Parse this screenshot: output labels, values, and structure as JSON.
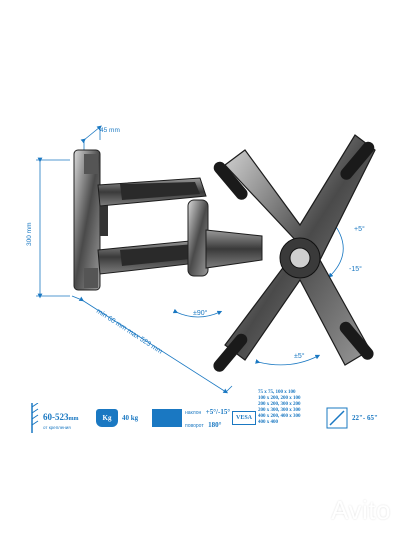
{
  "dimensions": {
    "depth_top": "45 mm",
    "height_left": "300 mm",
    "reach": "min 60 mm max 523 mm",
    "swivel": "±90°",
    "tilt_up": "+5°",
    "tilt_down": "-15°",
    "rotation": "±5°"
  },
  "specs": {
    "range_value": "60-523",
    "range_unit": "mm",
    "range_caption": "от крепления",
    "weight_badge": "Kg",
    "weight_value": "40 kg",
    "tilt_label": "наклон",
    "tilt_value": "+5°/-15°",
    "swivel_label": "поворот",
    "swivel_value": "180°",
    "vesa_badge": "VESA",
    "vesa_sizes": [
      "75 x 75, 100 x 100",
      "100 x 200, 200 x 100",
      "200 x 200, 300 x 200",
      "200 x 300, 300 x 300",
      "400 x 200, 400 x 300",
      "400 x 400"
    ],
    "screen_size": "22\"- 65\""
  },
  "watermark": {
    "text": "Avito"
  },
  "colors": {
    "accent": "#1a78c2",
    "bracket_dark": "#2a2a2a",
    "bracket_mid": "#6b6b6b",
    "bracket_light": "#bdbdbd"
  }
}
